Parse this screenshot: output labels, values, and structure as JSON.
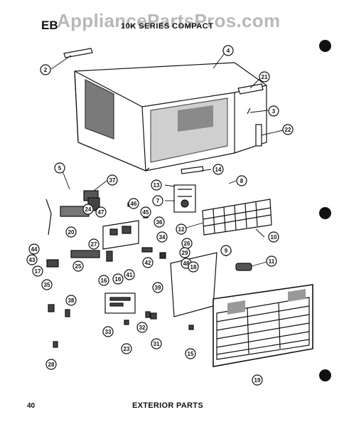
{
  "header": {
    "watermark": "AppliancePartsPros.com",
    "code": "EB",
    "series": "10K SERIES COMPACT"
  },
  "footer": {
    "page_number": "40",
    "caption": "EXTERIOR PARTS"
  },
  "callouts": [
    {
      "n": "2"
    },
    {
      "n": "4"
    },
    {
      "n": "21"
    },
    {
      "n": "3"
    },
    {
      "n": "22"
    },
    {
      "n": "5"
    },
    {
      "n": "37"
    },
    {
      "n": "14"
    },
    {
      "n": "8"
    },
    {
      "n": "13"
    },
    {
      "n": "24"
    },
    {
      "n": "47"
    },
    {
      "n": "46"
    },
    {
      "n": "45"
    },
    {
      "n": "7"
    },
    {
      "n": "36"
    },
    {
      "n": "12"
    },
    {
      "n": "10"
    },
    {
      "n": "26"
    },
    {
      "n": "20"
    },
    {
      "n": "34"
    },
    {
      "n": "27"
    },
    {
      "n": "44"
    },
    {
      "n": "29"
    },
    {
      "n": "9"
    },
    {
      "n": "43"
    },
    {
      "n": "17"
    },
    {
      "n": "25"
    },
    {
      "n": "42"
    },
    {
      "n": "48"
    },
    {
      "n": "18"
    },
    {
      "n": "11"
    },
    {
      "n": "41"
    },
    {
      "n": "16"
    },
    {
      "n": "16"
    },
    {
      "n": "39"
    },
    {
      "n": "35"
    },
    {
      "n": "38"
    },
    {
      "n": "33"
    },
    {
      "n": "32"
    },
    {
      "n": "23"
    },
    {
      "n": "31"
    },
    {
      "n": "15"
    },
    {
      "n": "28"
    },
    {
      "n": "19"
    }
  ]
}
